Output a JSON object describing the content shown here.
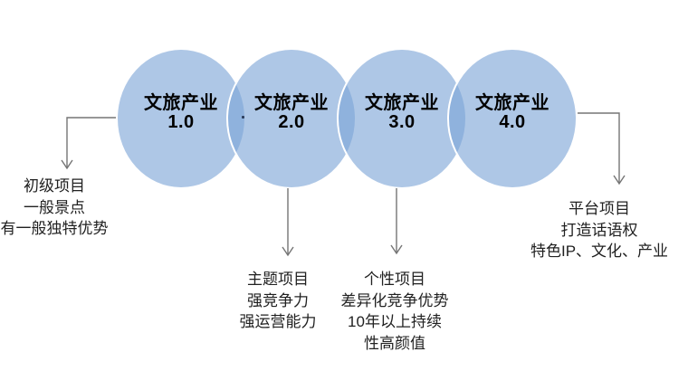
{
  "diagram": {
    "description": "Cultural tourism industry evolution stages",
    "stages": [
      {
        "name": "文旅产业",
        "version": "1.0",
        "notes": [
          "初级项目",
          "一般景点",
          "有一般独特优势"
        ]
      },
      {
        "name": "文旅产业",
        "version": "2.0",
        "notes": [
          "主题项目",
          "强竞争力",
          "强运营能力"
        ]
      },
      {
        "name": "文旅产业",
        "version": "3.0",
        "notes": [
          "个性项目",
          "差异化竞争优势",
          "10年以上持续",
          "性高颜值"
        ]
      },
      {
        "name": "文旅产业",
        "version": "4.0",
        "notes": [
          "平台项目",
          "打造话语权",
          "特色IP、文化、产业"
        ]
      }
    ],
    "colors": {
      "circle_fill_single": "#aec6e6",
      "circle_fill_overlap": "#8fa9d0",
      "circle_stroke": "#ffffff",
      "arrow": "#757575",
      "label_text": "#000000",
      "note_text": "#212121",
      "background": "#ffffff"
    }
  }
}
